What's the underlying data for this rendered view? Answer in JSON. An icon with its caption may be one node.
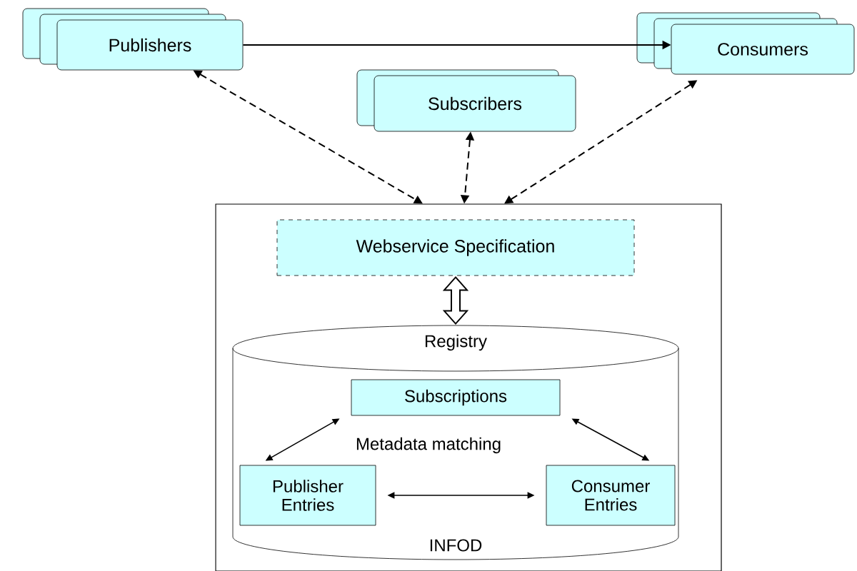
{
  "diagram": {
    "nodes": [
      {
        "text": [
          "Publishers"
        ]
      },
      {
        "text": [
          "Consumers"
        ]
      },
      {
        "text": [
          "Subscribers"
        ]
      },
      {
        "text": [],
        "shape": "box"
      },
      {
        "text": [
          "Webservice Specification"
        ],
        "in": 3
      },
      {
        "text": [
          "Registry",
          "INFOD"
        ],
        "in": 3
      },
      {
        "text": [
          "Subscriptions"
        ],
        "in": 5
      },
      {
        "text": [
          "Publisher Entries"
        ],
        "in": 5
      },
      {
        "text": [
          "Consumer Entries"
        ],
        "in": 5
      }
    ],
    "edges": [
      {
        "from": 0,
        "to": 1,
        "arrow": "to"
      },
      {
        "from": 0,
        "to": 3,
        "arrow": "both",
        "style": "dashed"
      },
      {
        "from": 2,
        "to": 3,
        "arrow": "both",
        "style": "dashed"
      },
      {
        "from": 1,
        "to": 3,
        "arrow": "both",
        "style": "dashed"
      },
      {
        "from": 4,
        "to": 5,
        "arrow": "both",
        "style": "thick"
      },
      {
        "from": 6,
        "to": 7,
        "arrow": "both"
      },
      {
        "from": 6,
        "to": 8,
        "arrow": "both"
      },
      {
        "from": 7,
        "to": 8,
        "arrow": "both"
      }
    ],
    "labels": [
      "Metadata matching"
    ]
  }
}
